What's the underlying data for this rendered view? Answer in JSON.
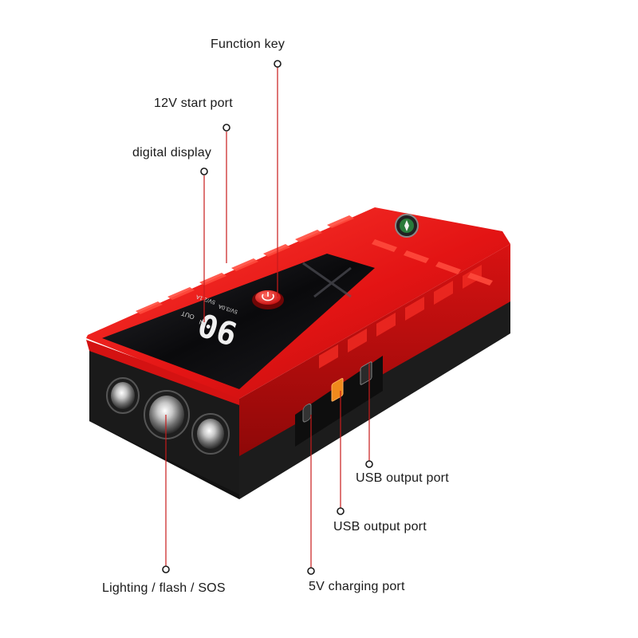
{
  "callouts": {
    "function_key": "Function key",
    "start_port": "12V start port",
    "digital_display": "digital display",
    "usb_output_1": "USB output port",
    "usb_output_2": "USB output port",
    "charging_port": "5V charging port",
    "lighting": "Lighting / flash / SOS"
  },
  "display": {
    "percentage": "90",
    "out_label": "OUT",
    "in_label": "IN",
    "spec_text": "5V/3.0A",
    "spec_text_2": "5V/2.1A"
  },
  "colors": {
    "body_red": "#e01414",
    "body_dark_red": "#a80c0c",
    "base_black": "#151515",
    "screen": "#0b0b0d",
    "leader_line": "#c81b1b",
    "usb_orange": "#f08a1c"
  }
}
